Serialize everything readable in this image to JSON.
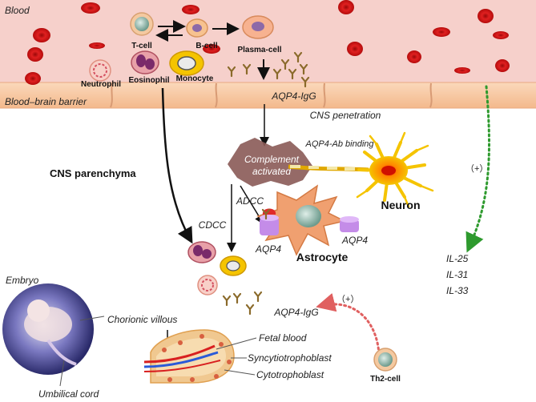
{
  "labels": {
    "blood": "Blood",
    "bbb": "Blood–brain barrier",
    "cns_parenchyma": "CNS parenchyma",
    "cns_penetration": "CNS penetration",
    "aqp4_igg_top": "AQP4-IgG",
    "aqp4_igg_bottom": "AQP4-IgG",
    "aqp4_ab_binding": "AQP4-Ab  binding",
    "complement_line1": "Complement",
    "complement_line2": "activated",
    "neuron": "Neuron",
    "astrocyte": "Astrocyte",
    "adcc": "ADCC",
    "cdcc": "CDCC",
    "aqp4_left": "AQP4",
    "aqp4_right": "AQP4",
    "plus_right": "（+）",
    "plus_bottom": "（+）",
    "il25": "IL-25",
    "il31": "IL-31",
    "il33": "IL-33",
    "embryo": "Embryo",
    "umbilical": "Umbilical cord",
    "chorionic": "Chorionic villous",
    "fetal_blood": "Fetal blood",
    "syncytio": "Syncytiotrophoblast",
    "cyto": "Cytotrophoblast",
    "th2": "Th2-cell"
  },
  "cells": {
    "t_cell": "T-cell",
    "b_cell": "B-cell",
    "plasma_cell": "Plasma-cell",
    "neutrophil": "Neutrophil",
    "eosinophil": "Eosinophil",
    "monocyte": "Monocyte"
  },
  "colors": {
    "blood_bg": "#f6d0cb",
    "barrier": "#f7c7a0",
    "rbc": "#d21414",
    "green_arrow": "#2e9a2e",
    "red_arrow": "#e06060",
    "complement": "#8a5a56",
    "neuron": "#f5c400",
    "astrocyte": "#f0a070"
  }
}
